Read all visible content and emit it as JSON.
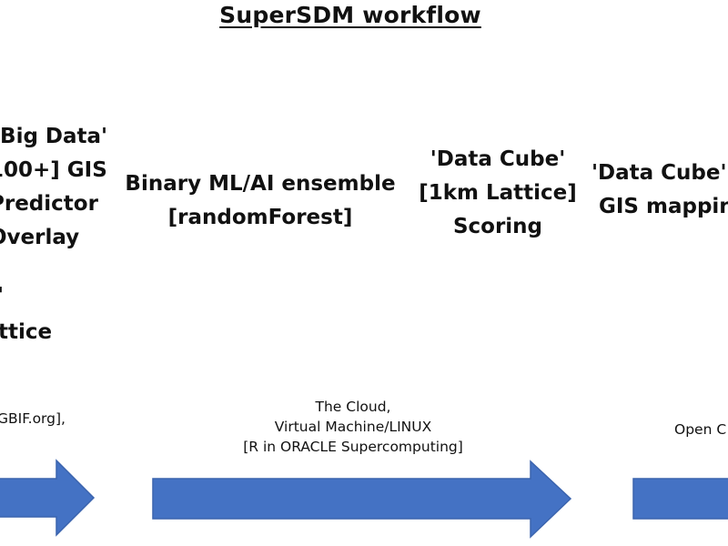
{
  "title": "SuperSDM workflow",
  "steps": [
    {
      "lines": [
        "'Big Data'",
        "100+] GIS",
        "Predictor",
        "Overlay"
      ]
    },
    {
      "lines": [
        "Binary ML/AI ensemble",
        "[randomForest]"
      ]
    },
    {
      "lines": [
        "'Data Cube'",
        "[1km Lattice]",
        "Scoring"
      ]
    },
    {
      "lines": [
        "'Data Cube'",
        "GIS mappin"
      ]
    }
  ],
  "left_fragments": {
    "tick_char": "'",
    "lattice_fragment": "ttice"
  },
  "stages": [
    {
      "lines": [
        "GBIF.org],"
      ]
    },
    {
      "lines": [
        "The Cloud,",
        "Virtual Machine/LINUX",
        "[R in ORACLE Supercomputing]"
      ]
    },
    {
      "lines": [
        "Open C"
      ]
    }
  ],
  "colors": {
    "arrow": "#4472C4",
    "arrow_edge": "#3B64AE",
    "text": "#111111"
  }
}
